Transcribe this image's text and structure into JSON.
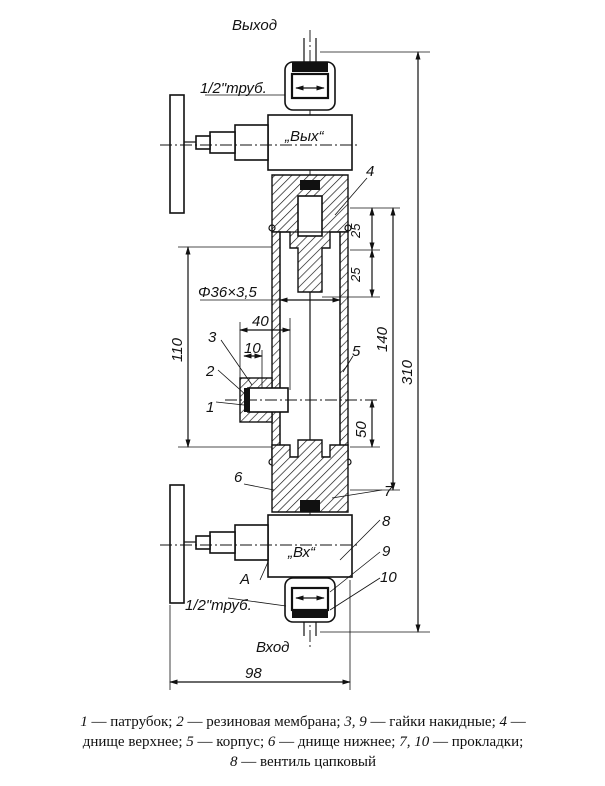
{
  "labels": {
    "outlet": "Выход",
    "inlet": "Вход",
    "outlet_port": "„Вых“",
    "inlet_port": "„Вх“",
    "pipe_top": "1/2\"труб.",
    "pipe_bottom": "1/2\"труб.",
    "point_a": "A"
  },
  "dimensions": {
    "d25a": "25",
    "d25b": "25",
    "d140": "140",
    "d310": "310",
    "d50": "50",
    "d110": "110",
    "d40": "40",
    "d10": "10",
    "d98": "98",
    "tube": "Φ36×3,5"
  },
  "callouts": {
    "n1": "1",
    "n2": "2",
    "n3": "3",
    "n4": "4",
    "n5": "5",
    "n6": "6",
    "n7": "7",
    "n8": "8",
    "n9": "9",
    "n10": "10"
  },
  "legend": {
    "line1_a_num": "1",
    "line1_a_txt": " — патрубок; ",
    "line1_b_num": "2",
    "line1_b_txt": " — резиновая мембрана; ",
    "line1_c_num": "3, 9",
    "line1_c_txt": " — гайки накидные; ",
    "line1_d_num": "4",
    "line1_d_txt": " —",
    "line2_a_txt": "днище верхнее; ",
    "line2_b_num": "5",
    "line2_b_txt": " — корпус; ",
    "line2_c_num": "6",
    "line2_c_txt": " — днище нижнее; ",
    "line2_d_num": "7, 10",
    "line2_d_txt": " — прокладки;",
    "line3_num": "8",
    "line3_txt": " — вентиль цапковый"
  }
}
